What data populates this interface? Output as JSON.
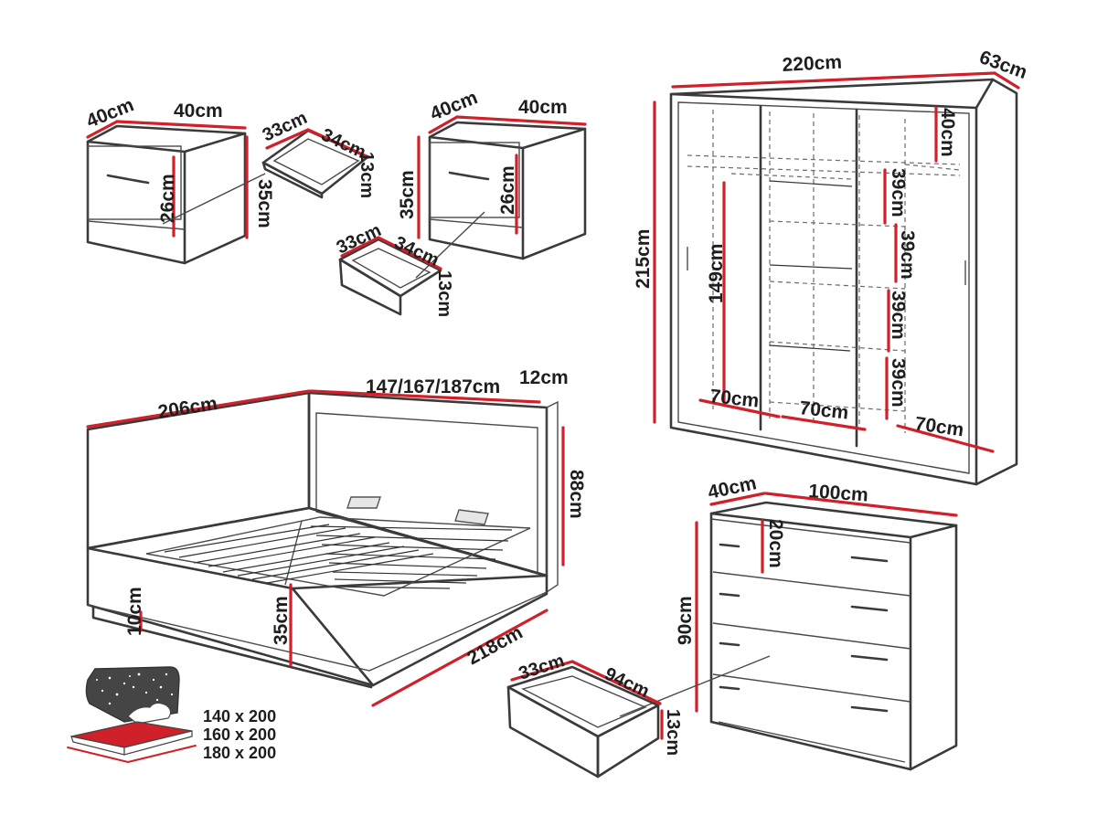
{
  "colors": {
    "accent": "#d0202a",
    "outline": "#3a3a3a",
    "label": "#1e1e1e"
  },
  "nightstand_left": {
    "width": "40cm",
    "depth": "40cm",
    "front_height": "26cm",
    "height": "35cm",
    "drawer": {
      "width": "33cm",
      "depth": "34cm",
      "height": "13cm"
    }
  },
  "nightstand_right": {
    "width": "40cm",
    "depth": "40cm",
    "height": "35cm",
    "front_height": "26cm",
    "drawer": {
      "width": "33cm",
      "depth": "34cm",
      "height": "13cm"
    }
  },
  "wardrobe": {
    "width": "220cm",
    "depth": "63cm",
    "height": "215cm",
    "top_shelf": "40cm",
    "hanging": "149cm",
    "shelf_1": "39cm",
    "shelf_2": "39cm",
    "shelf_3": "39cm",
    "shelf_4": "39cm",
    "section_1": "70cm",
    "section_2": "70cm",
    "section_3": "70cm"
  },
  "bed": {
    "length": "206cm",
    "widths": "147/167/187cm",
    "headboard_depth": "12cm",
    "headboard_height": "88cm",
    "plinth_height": "10cm",
    "frame_height": "35cm",
    "total_length": "218cm",
    "mattress_sizes": [
      "140 x 200",
      "160 x 200",
      "180 x 200"
    ]
  },
  "dresser": {
    "depth": "40cm",
    "width": "100cm",
    "top_drawer": "20cm",
    "height": "90cm",
    "drawer": {
      "width": "33cm",
      "depth": "94cm",
      "height": "13cm"
    }
  }
}
